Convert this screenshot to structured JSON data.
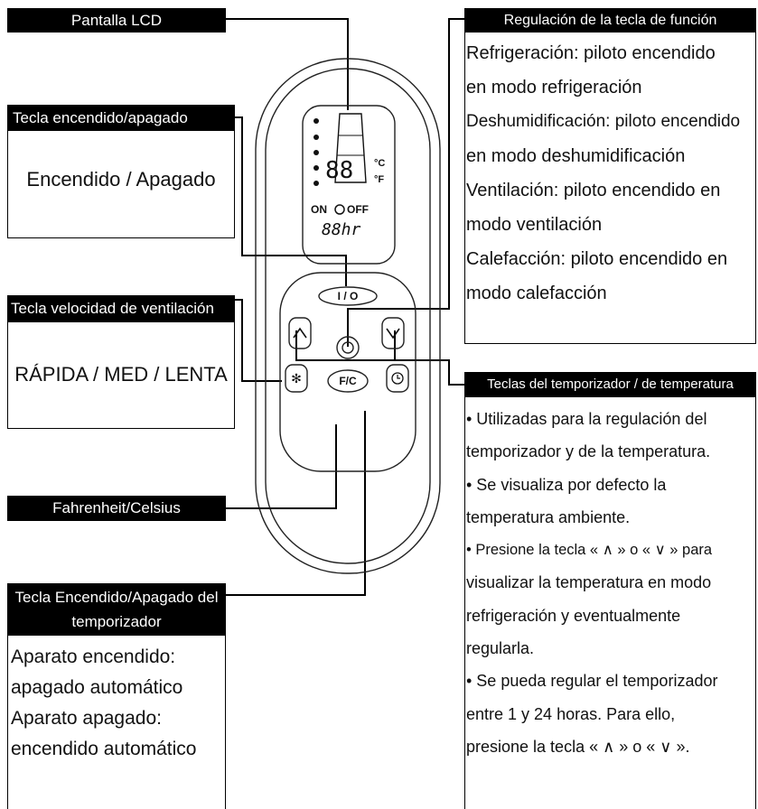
{
  "lcd": {
    "header": "Pantalla LCD"
  },
  "power_key": {
    "header": "Tecla encendido/apagado",
    "body": "Encendido / Apagado"
  },
  "fan_speed_key": {
    "header": "Tecla velocidad de ventilación",
    "body": "RÁPIDA / MED / LENTA"
  },
  "fahrenheit_celsius": {
    "header": "Fahrenheit/Celsius"
  },
  "timer_power_key": {
    "header_line1": "Tecla Encendido/Apagado del",
    "header_line2": "temporizador",
    "lines": [
      "Aparato encendido:",
      "apagado automático",
      "Aparato apagado:",
      "encendido automático"
    ]
  },
  "function_key": {
    "header": "Regulación de la tecla de función",
    "lines": [
      "Refrigeración: piloto encendido",
      "en modo refrigeración",
      "Deshumidificación: piloto encendido",
      "en modo deshumidificación",
      "Ventilación: piloto encendido en",
      "modo ventilación",
      "Calefacción: piloto encendido en",
      "modo calefacción"
    ]
  },
  "timer_temp_keys": {
    "header": "Teclas del temporizador / de temperatura",
    "lines": [
      "• Utilizadas para la regulación del",
      "temporizador y de la temperatura.",
      "• Se visualiza por defecto la",
      "temperatura ambiente.",
      "• Presione la tecla « ∧ » o « ∨ » para",
      "visualizar la temperatura en modo",
      "refrigeración y eventualmente",
      "regularla.",
      "• Se pueda regular el temporizador",
      "entre 1 y 24 horas. Para ello,",
      "presione la tecla « ∧  » o « ∨ »."
    ]
  },
  "remote": {
    "power_label": "I / O",
    "fc_label": "F/C",
    "lcd_temp": "88",
    "lcd_celsius": "°C",
    "lcd_fahrenheit": "°F",
    "lcd_on": "ON",
    "lcd_off": "OFF",
    "lcd_hours": "88hr"
  }
}
